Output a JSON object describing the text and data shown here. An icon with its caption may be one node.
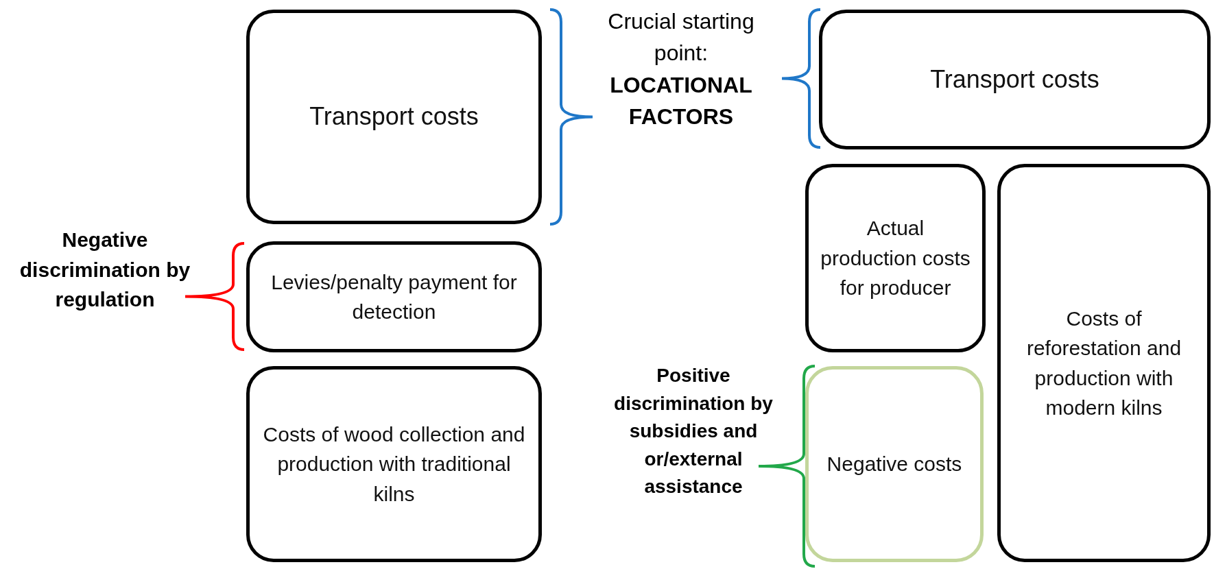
{
  "diagram": {
    "nodes": [
      {
        "text": [
          "Transport costs"
        ]
      },
      {
        "text": [
          "Transport costs"
        ]
      },
      {
        "text": [
          "Actual production costs for producer"
        ]
      },
      {
        "text": [
          "Costs of reforestation and production with modern kilns"
        ]
      },
      {
        "text": [
          "Levies/penalty payment for detection"
        ]
      },
      {
        "text": [
          "Costs of wood collection and production with traditional kilns"
        ]
      },
      {
        "text": [
          "Negative costs"
        ]
      }
    ],
    "edges": [],
    "labels": [
      "Crucial starting point: **LOCATIONAL FACTORS**",
      "Negative discrimination by regulation",
      "Positive discrimination by subsidies and or/external assistance"
    ]
  }
}
